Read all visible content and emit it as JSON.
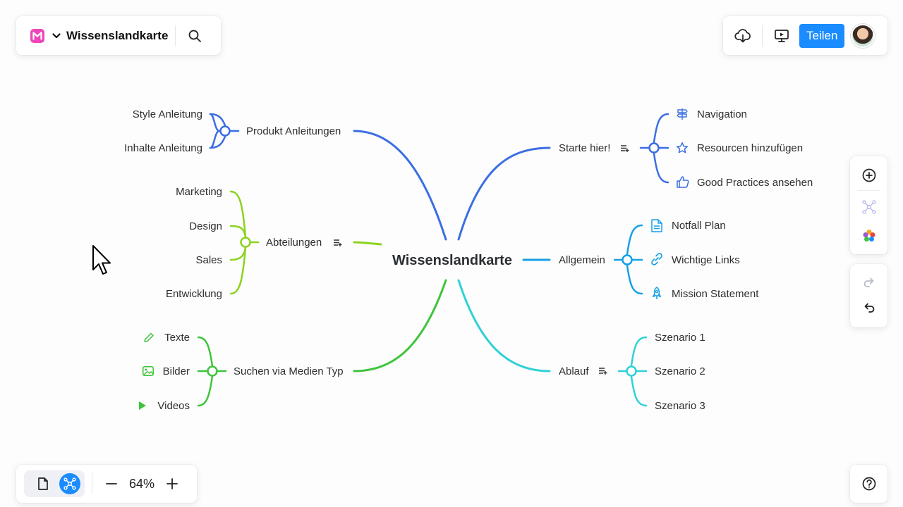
{
  "header": {
    "title": "Wissenslandkarte",
    "share_label": "Teilen"
  },
  "zoom": {
    "level": "64%"
  },
  "colors": {
    "accent": "#1a8cff",
    "branch_produkt": "#3b6ee3",
    "branch_abteilungen": "#8dd21f",
    "branch_suchen": "#3ec43c",
    "branch_starte": "#3b6ee3",
    "branch_allgemein": "#16a0e6",
    "branch_ablauf": "#2fd1d6"
  },
  "icons": {
    "logo": "miro-m-logo",
    "download": "cloud-download-icon",
    "present": "presentation-icon",
    "search": "search-icon",
    "add": "plus-circle-icon",
    "layout": "mindmap-layout-icon",
    "colors": "color-palette-icon",
    "redo": "redo-icon",
    "undo": "undo-icon",
    "help": "help-icon"
  },
  "mindmap": {
    "root": "Wissenslandkarte",
    "left": [
      {
        "label": "Produkt Anleitungen",
        "children": [
          "Style Anleitung",
          "Inhalte Anleitung"
        ]
      },
      {
        "label": "Abteilungen",
        "children": [
          "Marketing",
          "Design",
          "Sales",
          "Entwicklung"
        ]
      },
      {
        "label": "Suchen via Medien Typ",
        "children": [
          "Texte",
          "Bilder",
          "Videos"
        ]
      }
    ],
    "right": [
      {
        "label": "Starte hier!",
        "children": [
          "Navigation",
          "Resourcen hinzufügen",
          "Good Practices ansehen"
        ]
      },
      {
        "label": "Allgemein",
        "children": [
          "Notfall Plan",
          "Wichtige Links",
          "Mission Statement"
        ]
      },
      {
        "label": "Ablauf",
        "children": [
          "Szenario 1",
          "Szenario 2",
          "Szenario 3"
        ]
      }
    ]
  }
}
